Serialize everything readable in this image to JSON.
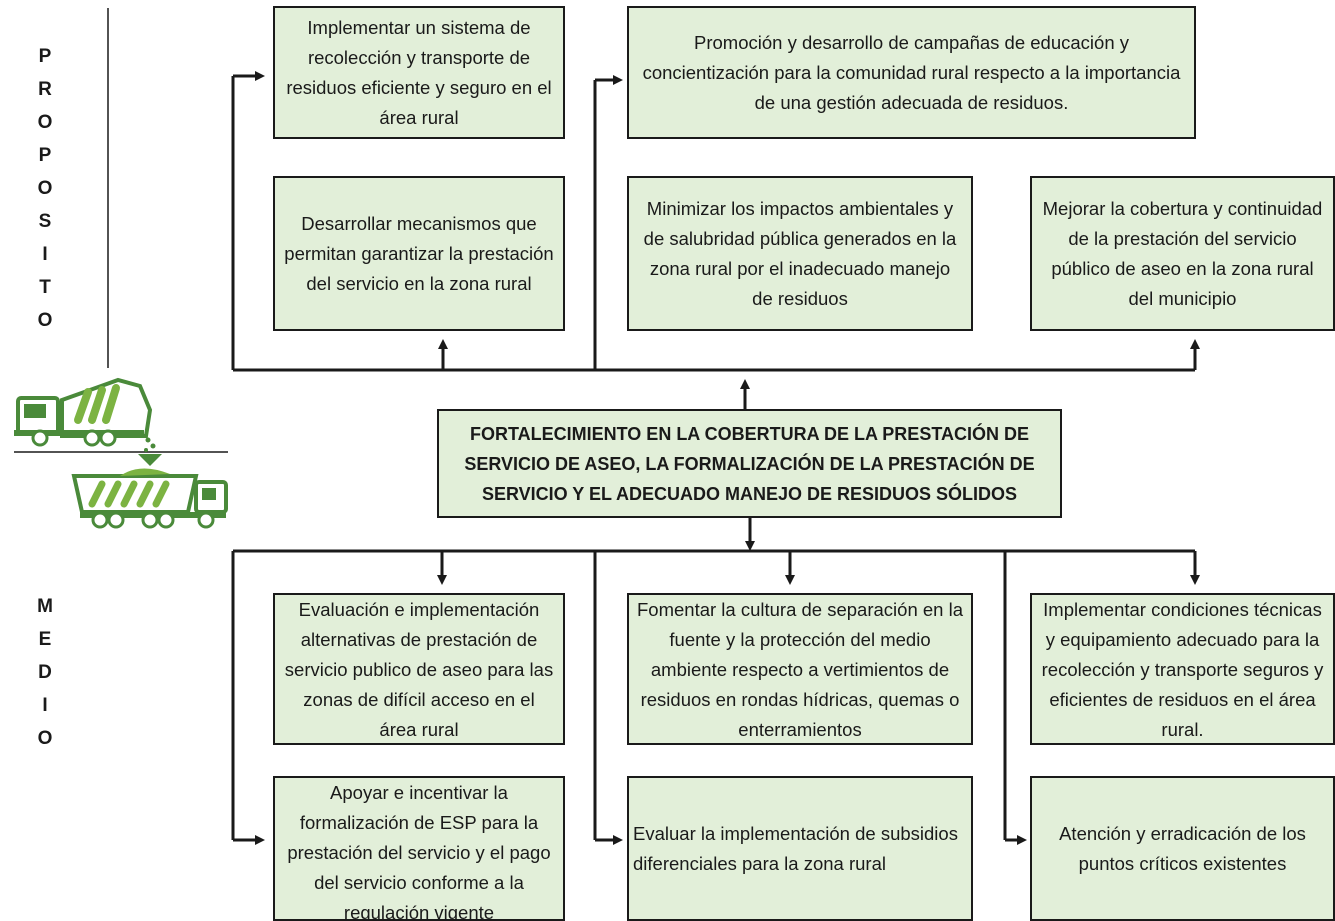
{
  "side_labels": {
    "proposito": [
      "P",
      "R",
      "O",
      "P",
      "O",
      "S",
      "I",
      "T",
      "O"
    ],
    "medio": [
      "M",
      "E",
      "D",
      "I",
      "O"
    ]
  },
  "central": {
    "text": "FORTALECIMIENTO EN LA COBERTURA DE LA PRESTACIÓN DE SERVICIO DE ASEO, LA FORMALIZACIÓN DE LA PRESTACIÓN DE SERVICIO Y EL ADECUADO MANEJO DE RESIDUOS SÓLIDOS"
  },
  "purpose_boxes": [
    {
      "text": "Implementar un sistema de recolección y transporte de residuos eficiente y seguro en el área rural"
    },
    {
      "text": "Promoción y desarrollo de campañas de educación y concientización para la comunidad rural respecto a la importancia de una gestión adecuada de residuos."
    },
    {
      "text": "Desarrollar mecanismos que permitan garantizar la prestación del servicio en la zona rural"
    },
    {
      "text": "Minimizar los impactos ambientales y de salubridad pública generados en la zona rural por el inadecuado manejo de residuos"
    },
    {
      "text": "Mejorar la cobertura y continuidad de la prestación del servicio público de aseo en la zona rural del municipio"
    }
  ],
  "means_boxes": [
    {
      "text": "Evaluación e implementación alternativas de prestación de servicio publico de aseo para las zonas de difícil acceso en el área rural"
    },
    {
      "text": "Fomentar la cultura de separación en la fuente y la protección del medio ambiente respecto a vertimientos de residuos en rondas hídricas, quemas o enterramientos"
    },
    {
      "text": "Implementar condiciones técnicas y equipamiento adecuado para la recolección y transporte seguros y eficientes de residuos en el área rural."
    },
    {
      "text": "Apoyar e incentivar la formalización de ESP para la prestación del servicio y el pago del servicio conforme a la regulación vigente"
    },
    {
      "text": "Evaluar la implementación de subsidios diferenciales para la zona rural"
    },
    {
      "text": "Atención y erradicación de los puntos críticos existentes"
    }
  ],
  "colors": {
    "box_fill": "#e2efd9",
    "line": "#1a1a1a",
    "truck_green": "#4a8a3a",
    "truck_light": "#7cb342"
  },
  "icons": [
    "garbage-truck-icon",
    "dump-truck-icon"
  ]
}
